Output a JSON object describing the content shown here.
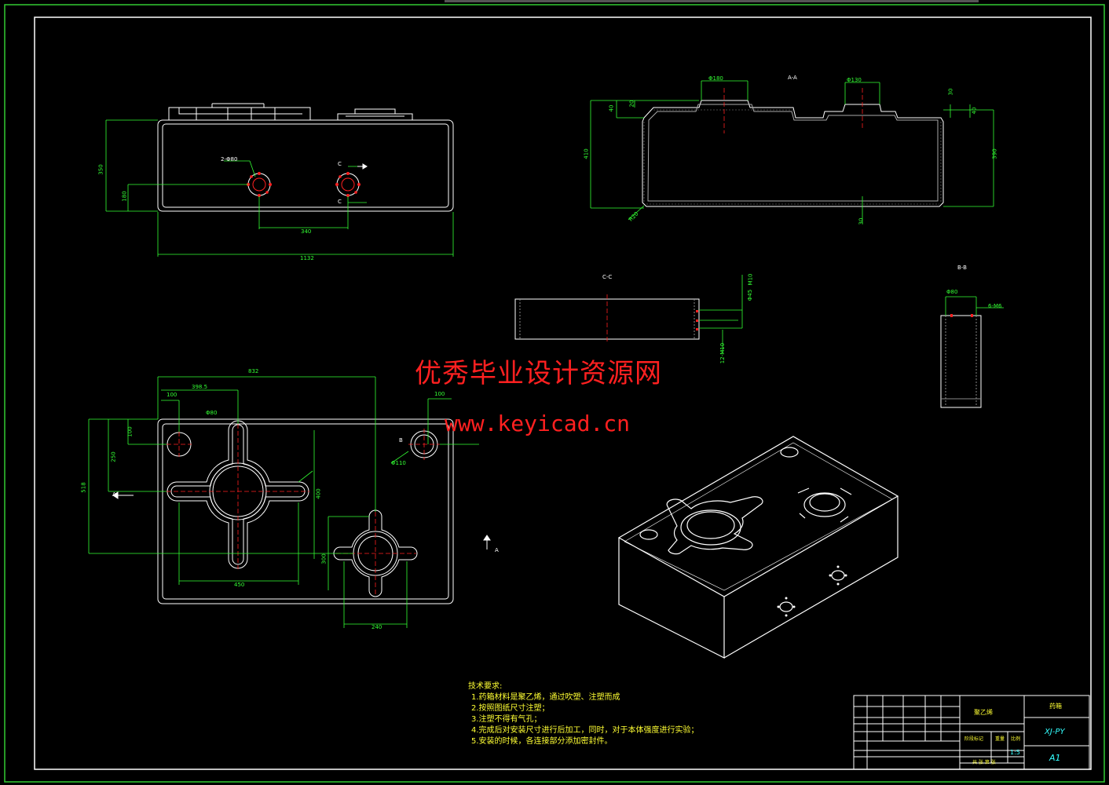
{
  "watermark": {
    "site_name": "优秀毕业设计资源网",
    "url": "www.keyicad.cn"
  },
  "views": {
    "front": {
      "hole_spec": "2-Φ80",
      "section_mark_c": "C",
      "dim_height": "350",
      "dim_hole_height": "180",
      "dim_hole_spacing": "340",
      "dim_length": "1132"
    },
    "section_aa": {
      "title": "A-A",
      "dim_left_boss": "Φ180",
      "dim_right_boss": "Φ130",
      "dim_total_height": "410",
      "dim_inner_height": "390",
      "dim_left_top_a": "40",
      "dim_left_top_b": "20",
      "dim_right_top_a": "30",
      "dim_right_top_b": "40",
      "dim_radius": "R20",
      "dim_bottom": "30"
    },
    "section_cc": {
      "title": "C-C",
      "dim_right": "Φ45",
      "dim_thread": "M10",
      "dim_bottom": "12-M10"
    },
    "section_bb": {
      "title": "B-B",
      "dim_top": "Φ80",
      "dim_side": "6-M6"
    },
    "top": {
      "dim_width": "832",
      "dim_offset": "398.5",
      "dim_hole_x": "100",
      "dim_hole_dia": "Φ80",
      "dim_right_hole_x": "100",
      "dim_right_hole_dia": "Φ110",
      "dim_depth": "518",
      "dim_a": "250",
      "dim_b": "100",
      "dim_cross_h": "400",
      "dim_cross_w": "450",
      "dim_small_cross": "240",
      "dim_small_h": "300",
      "section_mark_a": "A",
      "section_mark_b": "B"
    }
  },
  "tech_requirements": {
    "heading": "技术要求:",
    "items": [
      "1.药箱材料是聚乙烯，通过吹塑、注塑而成",
      "2.按照图纸尺寸注塑；",
      "3.注塑不得有气孔；",
      "4.完成后对安装尺寸进行后加工，同时，对于本体强度进行实验；",
      "5.安装的时候，各连接部分添加密封件。"
    ]
  },
  "title_block": {
    "material": "聚乙烯",
    "part_name": "药箱",
    "drawing_no": "XJ-PY",
    "sheet_size": "A1",
    "scale": "1:5",
    "stage_mark": "阶段标记",
    "weight": "重量",
    "ratio": "比例",
    "sheets": "共 张 第 张"
  }
}
